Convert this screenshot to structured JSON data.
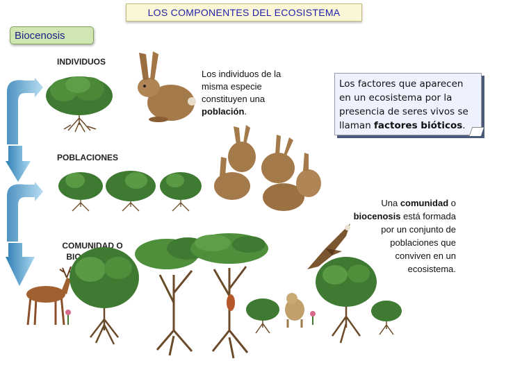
{
  "title": "LOS COMPONENTES DEL ECOSISTEMA",
  "section_tab": "Biocenosis",
  "levels": {
    "individuos": "INDIVIDUOS",
    "poblaciones": "POBLACIONES",
    "comunidad_line1": "COMUNIDAD O",
    "comunidad_line2": "BIOCENOSIS"
  },
  "poblacion_text": {
    "line1": "Los individuos de la",
    "line2": "misma especie",
    "line3": "constituyen una",
    "bold": "población",
    "end": "."
  },
  "callout": {
    "line1": "Los factores que aparecen",
    "line2": "en un ecosistema por la",
    "line3": "presencia de seres vivos se",
    "line4_start": "llaman ",
    "bold": "factores bióticos",
    "end": "."
  },
  "comunidad_text": {
    "pre": "Una ",
    "bold1": "comunidad",
    "mid1": " o",
    "bold2": "biocenosis",
    "rest1": " está formada",
    "line3": "por un conjunto de",
    "line4": "poblaciones que",
    "line5": "conviven en un",
    "line6": "ecosistema."
  },
  "colors": {
    "arrow": "#5aa0c8",
    "shrub": "#3f7a32",
    "trunk": "#6b4a2a",
    "rabbit": "#a57a4a"
  }
}
